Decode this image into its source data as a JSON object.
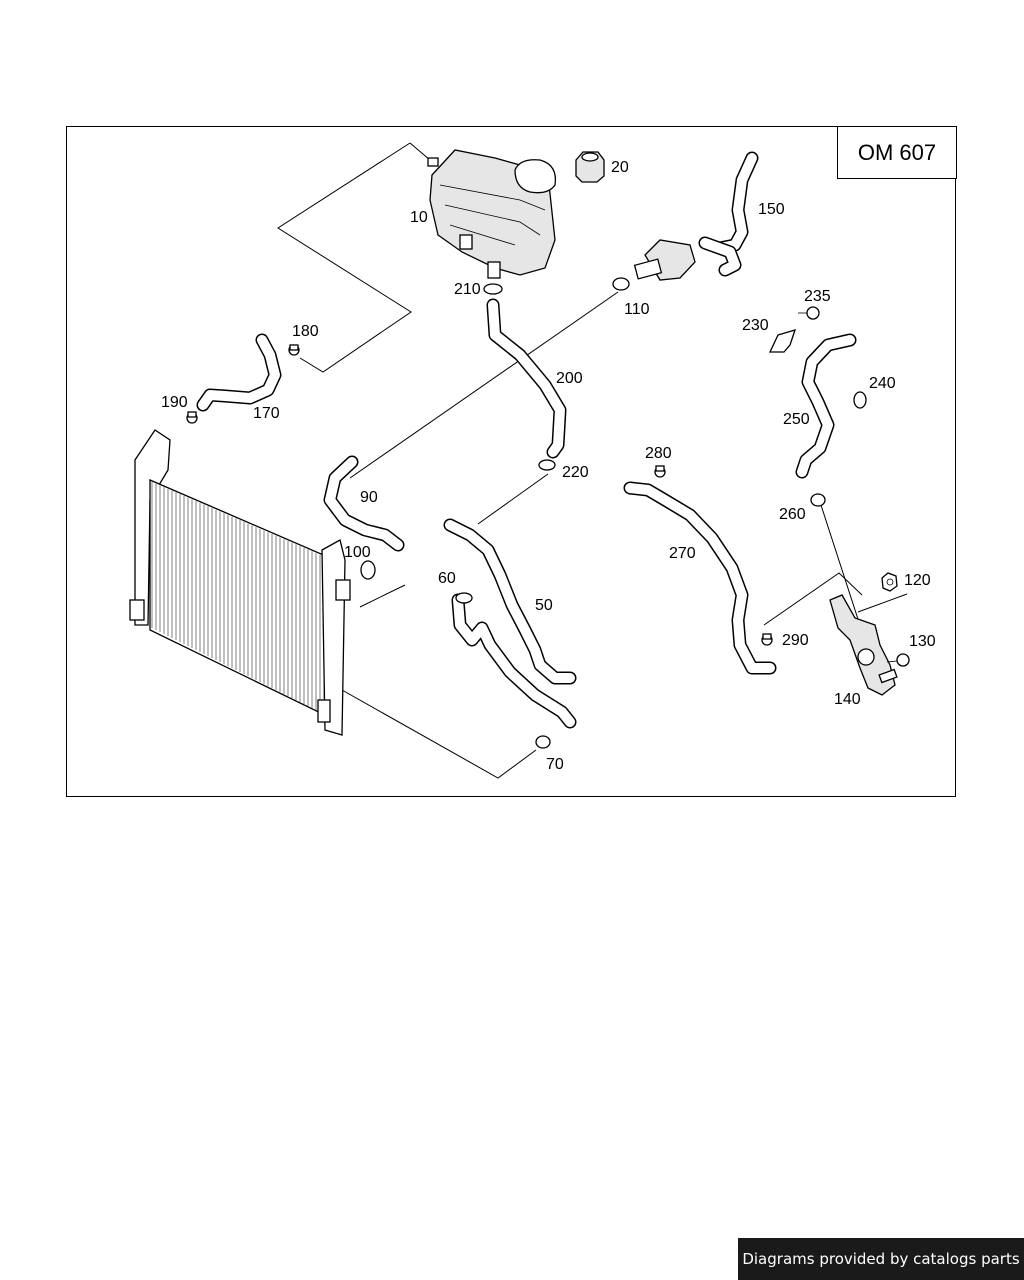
{
  "engine_label": "OM 607",
  "footer_text": "Diagrams provided by catalogs parts",
  "callouts": [
    "10",
    "20",
    "150",
    "110",
    "210",
    "180",
    "200",
    "170",
    "190",
    "235",
    "230",
    "240",
    "250",
    "90",
    "220",
    "280",
    "260",
    "100",
    "270",
    "60",
    "50",
    "120",
    "290",
    "130",
    "140",
    "70"
  ]
}
